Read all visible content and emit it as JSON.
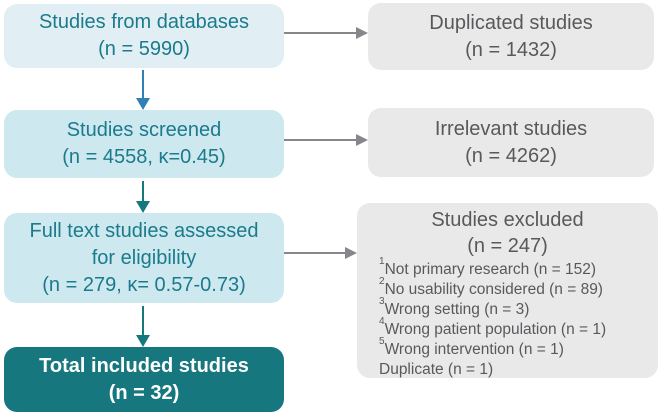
{
  "figure": {
    "type": "prisma-flow-diagram",
    "colors": {
      "box_light_blue": "#e1eff5",
      "box_blue": "#cee8ef",
      "box_gray": "#e9e9ea",
      "box_dark_teal": "#17777e",
      "teal_text": "#1b7b8b",
      "gray_text": "#58595b",
      "white_text": "#ffffff",
      "arrow_blue": "#3180b4",
      "arrow_teal": "#15787f",
      "arrow_gray": "#85878a"
    },
    "flow": {
      "left": [
        {
          "lines": [
            "Studies from databases",
            "(n = 5990)"
          ]
        },
        {
          "lines": [
            "Studies screened",
            "(n = 4558, κ=0.45)"
          ]
        },
        {
          "lines": [
            "Full text studies assessed",
            "for eligibility",
            "(n = 279, κ= 0.57-0.73)"
          ]
        },
        {
          "lines": [
            "Total included studies",
            "(n = 32)"
          ]
        }
      ],
      "right": [
        {
          "lines": [
            "Duplicated studies",
            "(n = 1432)"
          ]
        },
        {
          "lines": [
            "Irrelevant studies",
            "(n = 4262)"
          ]
        },
        {
          "title_lines": [
            "Studies excluded",
            "(n = 247)"
          ],
          "reasons": [
            {
              "sup": "1",
              "text": "Not primary research (n = 152)"
            },
            {
              "sup": "2",
              "text": "No usability considered (n = 89)"
            },
            {
              "sup": "3",
              "text": "Wrong setting (n = 3)"
            },
            {
              "sup": "4",
              "text": "Wrong patient population (n = 1)"
            },
            {
              "sup": "5",
              "text": "Wrong intervention (n = 1)"
            },
            {
              "sup": "",
              "text": "Duplicate (n = 1)"
            }
          ]
        }
      ]
    }
  }
}
